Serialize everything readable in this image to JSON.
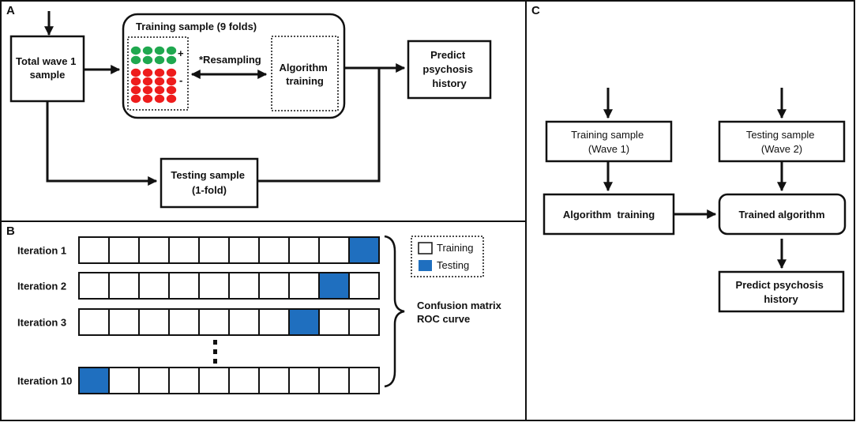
{
  "colors": {
    "accent_testing": "#1f6fbf",
    "positive_dots": "#1fa84f",
    "negative_dots": "#ee1c1c",
    "stroke": "#111111"
  },
  "panel_a": {
    "letter": "A",
    "total_sample": [
      "Total wave 1",
      "sample"
    ],
    "training_sample_title": "Training sample (9 folds)",
    "plus_sign": "+",
    "minus_sign": "-",
    "resampling": "*Resampling",
    "algorithm_training": [
      "Algorithm",
      "training"
    ],
    "predict": [
      "Predict",
      "psychosis",
      "history"
    ],
    "testing_sample": [
      "Testing sample",
      "(1-fold)"
    ]
  },
  "panel_b": {
    "letter": "B",
    "iterations": [
      {
        "label": "Iteration 1",
        "test_fold": 10
      },
      {
        "label": "Iteration 2",
        "test_fold": 9
      },
      {
        "label": "Iteration 3",
        "test_fold": 8
      },
      {
        "label": "Iteration 10",
        "test_fold": 1
      }
    ],
    "folds_per_iteration": 10,
    "legend": {
      "training": "Training",
      "testing": "Testing"
    },
    "outputs": [
      "Confusion matrix",
      "ROC curve"
    ]
  },
  "panel_c": {
    "letter": "C",
    "training_sample": [
      "Training sample",
      "(Wave 1)"
    ],
    "testing_sample": [
      "Testing sample",
      "(Wave 2)"
    ],
    "algorithm_training": "Algorithm  training",
    "trained_algorithm": "Trained algorithm",
    "predict": [
      "Predict psychosis",
      "history"
    ]
  }
}
